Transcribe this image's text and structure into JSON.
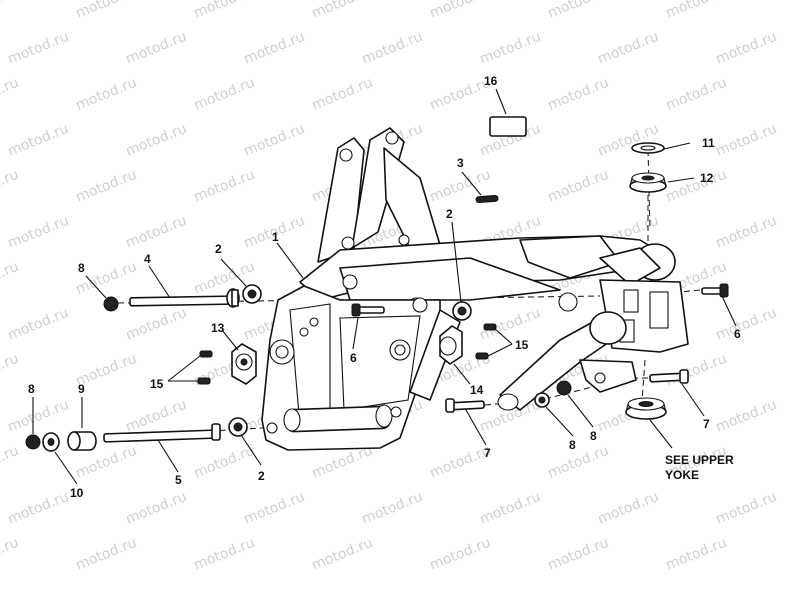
{
  "watermark": {
    "text": "motod.ru"
  },
  "callouts": [
    {
      "id": "c1",
      "text": "1"
    },
    {
      "id": "c2a",
      "text": "2"
    },
    {
      "id": "c2b",
      "text": "2"
    },
    {
      "id": "c2c",
      "text": "2"
    },
    {
      "id": "c3",
      "text": "3"
    },
    {
      "id": "c4",
      "text": "4"
    },
    {
      "id": "c5",
      "text": "5"
    },
    {
      "id": "c6a",
      "text": "6"
    },
    {
      "id": "c6b",
      "text": "6"
    },
    {
      "id": "c7a",
      "text": "7"
    },
    {
      "id": "c7b",
      "text": "7"
    },
    {
      "id": "c8a",
      "text": "8"
    },
    {
      "id": "c8b",
      "text": "8"
    },
    {
      "id": "c8c",
      "text": "8"
    },
    {
      "id": "c8d",
      "text": "8"
    },
    {
      "id": "c9",
      "text": "9"
    },
    {
      "id": "c10",
      "text": "10"
    },
    {
      "id": "c11",
      "text": "11"
    },
    {
      "id": "c12",
      "text": "12"
    },
    {
      "id": "c13",
      "text": "13"
    },
    {
      "id": "c14",
      "text": "14"
    },
    {
      "id": "c15a",
      "text": "15"
    },
    {
      "id": "c15b",
      "text": "15"
    },
    {
      "id": "c16",
      "text": "16"
    }
  ],
  "note": {
    "line1": "SEE UPPER",
    "line2": "YOKE"
  }
}
